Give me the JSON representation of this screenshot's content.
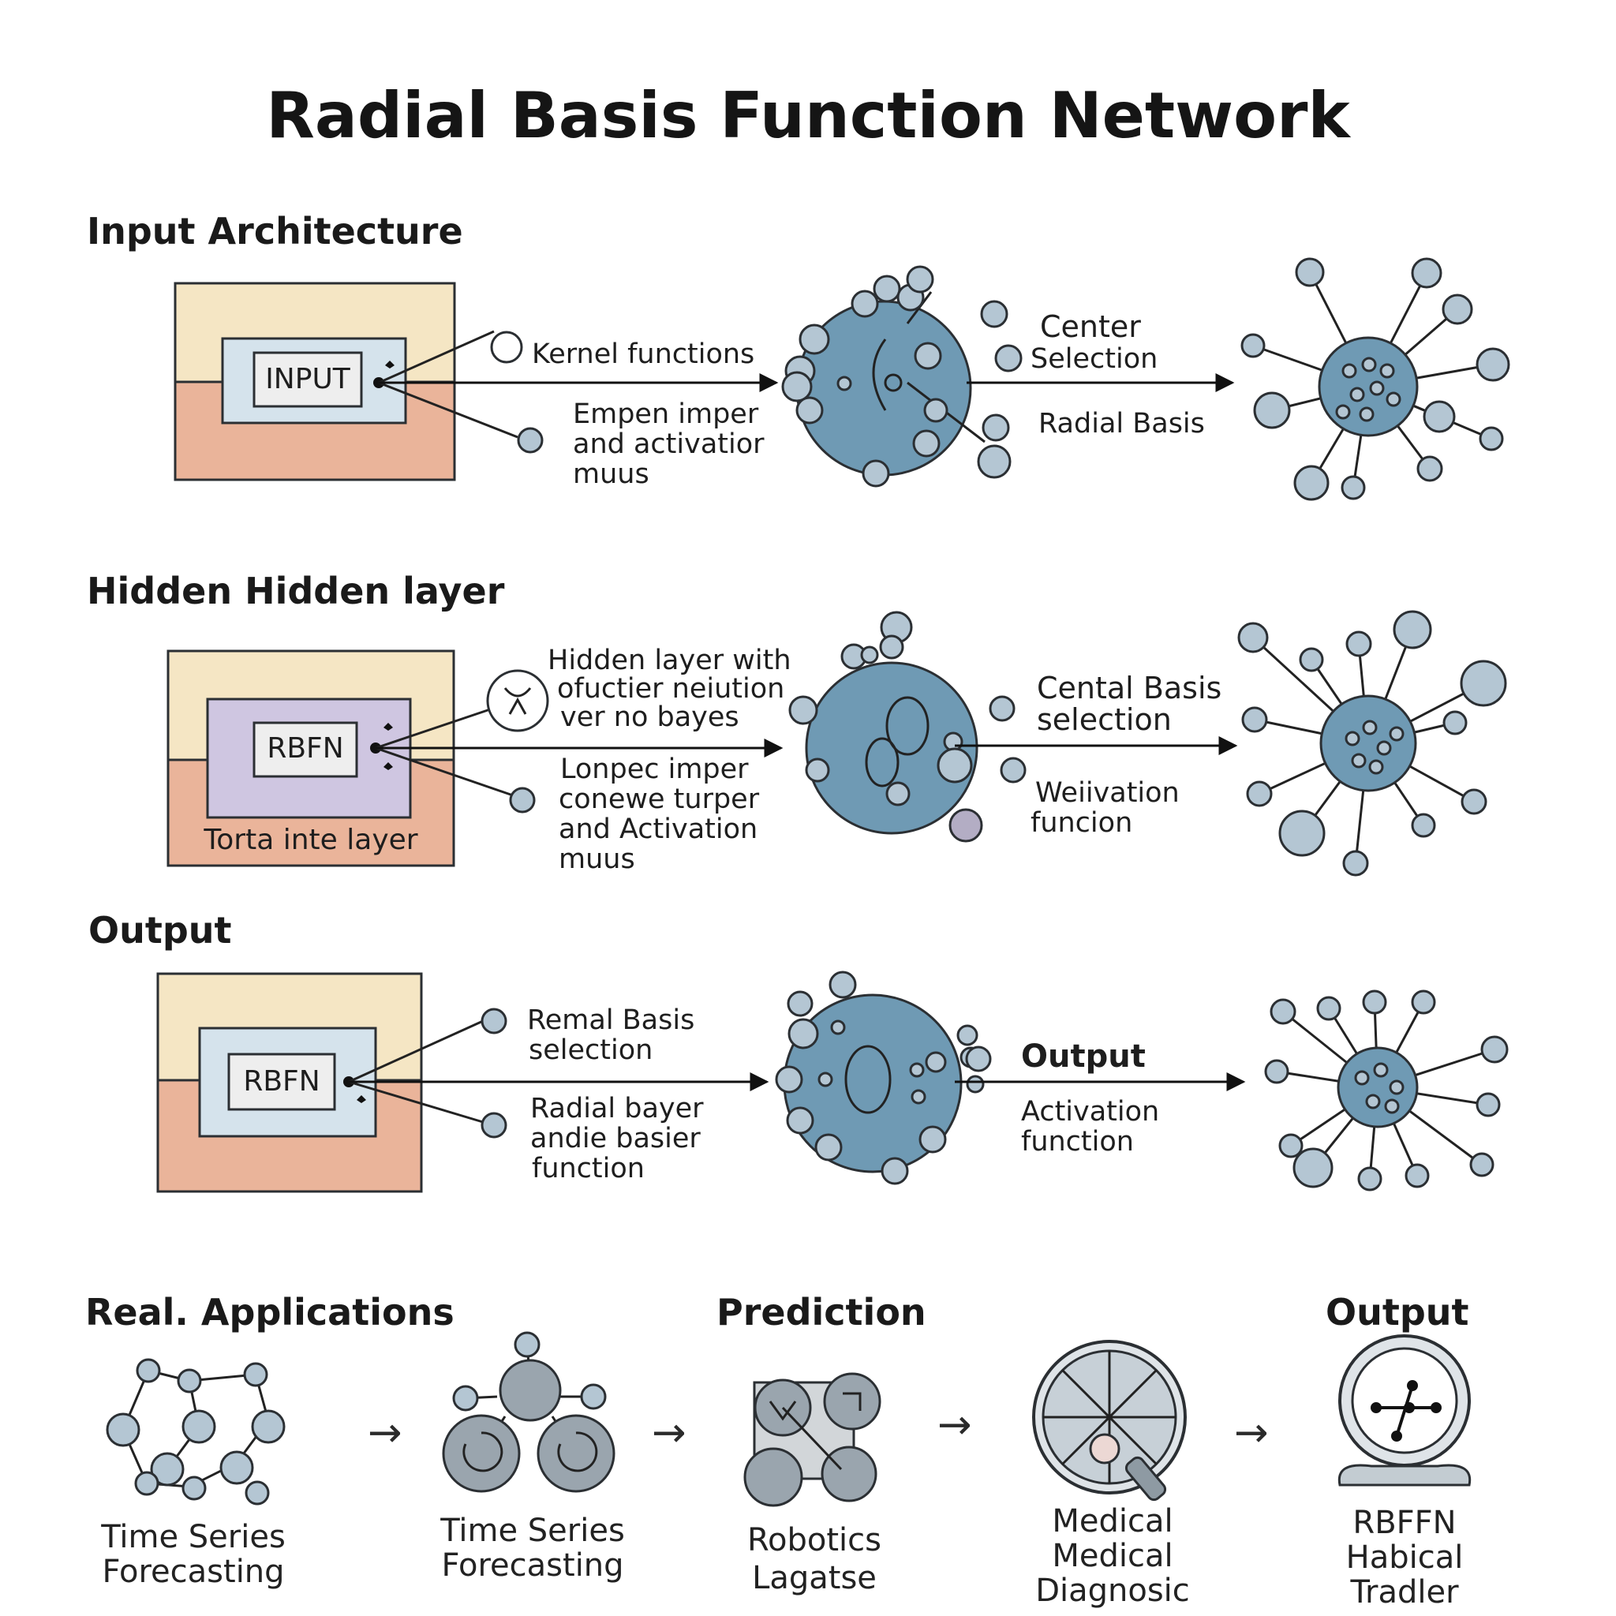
{
  "title": "Radial Basis Function Network",
  "sections": {
    "input": "Input Architecture",
    "hidden": "Hidden Hidden layer",
    "output": "Output",
    "applications": "Real. Applications",
    "prediction": "Prediction",
    "output2": "Output"
  },
  "row1": {
    "box_label": "INPUT",
    "kernel": "Kernel functions",
    "note": [
      "Empen imper",
      "and activatior",
      "muus"
    ],
    "center": [
      "Center",
      "Selection"
    ],
    "radial": "Radial Basis"
  },
  "row2": {
    "box_label": "RBFN",
    "box_caption": "Torta inte layer",
    "note_top": [
      "Hidden layer with",
      "ofuctier neiution",
      "ver no bayes"
    ],
    "note_bottom": [
      "Lonpec imper",
      "conewe turper",
      "and Activation",
      "muus"
    ],
    "center": [
      "Cental Basis",
      "selection"
    ],
    "activation": [
      "Weiivation",
      "funcion"
    ]
  },
  "row3": {
    "box_label": "RBFN",
    "note_top": [
      "Remal Basis",
      "selection"
    ],
    "note_bottom": [
      "Radial bayer",
      "andie basier",
      "function"
    ],
    "output": "Output",
    "activation": [
      "Activation",
      "function"
    ]
  },
  "applications": [
    {
      "name": [
        "Time Series",
        "Forecasting"
      ]
    },
    {
      "name": [
        "Time Series",
        "Forecasting"
      ]
    },
    {
      "name": [
        "Robotics",
        "Lagatse"
      ]
    },
    {
      "name": [
        "Medical",
        "Medical",
        "Diagnosic"
      ]
    },
    {
      "name": [
        "RBFFN",
        "Habical",
        "Tradler"
      ]
    }
  ],
  "arrow_glyph": "→",
  "colors": {
    "box_top": "#f5e6c4",
    "box_bottom": "#eab49a",
    "inner_blue": "#d5e3ec",
    "inner_purple": "#cfc6e1",
    "sphere": "#6f9ab4",
    "node": "#b4c6d3",
    "stroke": "#2b2f33"
  }
}
